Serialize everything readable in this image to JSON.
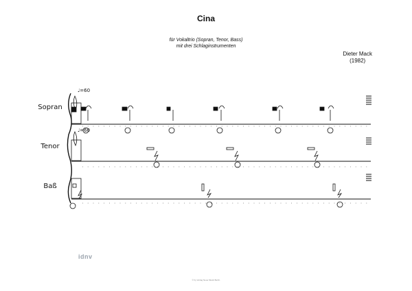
{
  "title": "Cina",
  "subtitle_line1": "für Vokaltrio (Sopran, Tenor, Bass)",
  "subtitle_line2": "mit drei Schlaginstrumenten",
  "composer": "Dieter Mack",
  "year": "(1982)",
  "voices": [
    "Sopran",
    "Tenor",
    "Baß"
  ],
  "tempo": "♩=60",
  "watermark": "idnv",
  "copyright": "© by Verlag Neue Musik Berlin"
}
